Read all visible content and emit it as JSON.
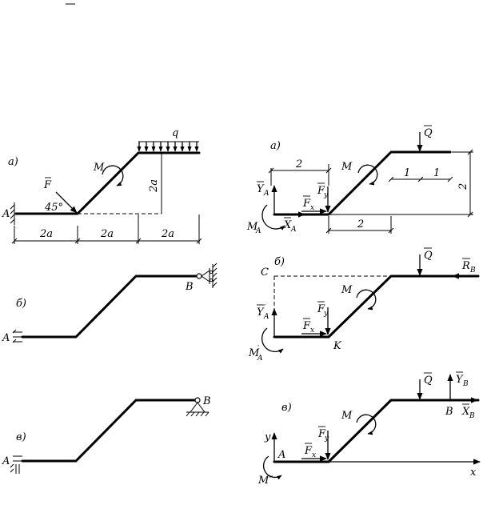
{
  "labels": {
    "a": "а)",
    "b": "б)",
    "v": "в)",
    "A": "A",
    "B": "B",
    "C": "C",
    "K": "K",
    "F": "F",
    "M": "M",
    "q": "q",
    "Q": "Q",
    "deg45": "45°",
    "two_a": "2a",
    "two": "2",
    "one": "1",
    "Y": "Y",
    "X": "X",
    "sub_A": "A",
    "sub_B": "B",
    "sub_x": "x",
    "sub_y": "y",
    "R": "R",
    "MA": "M",
    "Mpp": "M″",
    "axis_x": "x",
    "axis_y": "y",
    "prime": "′"
  }
}
